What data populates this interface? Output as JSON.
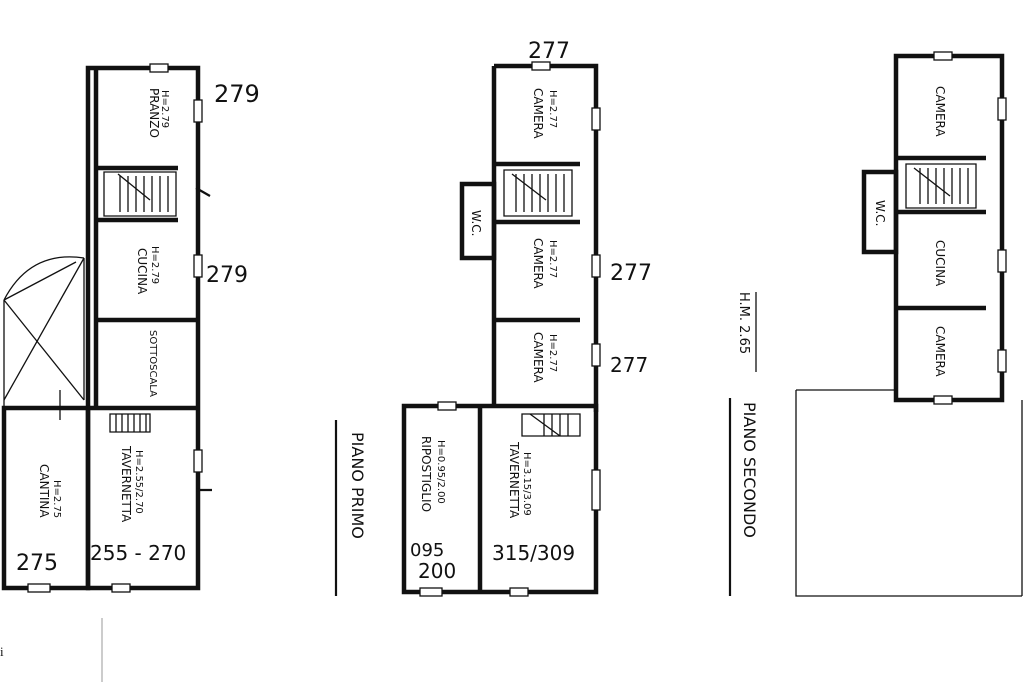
{
  "ground_floor": {
    "rooms": {
      "pranzo": {
        "name": "PRANZO",
        "height": "H=2.79"
      },
      "cucina": {
        "name": "CUCINA",
        "height": "H=2.79"
      },
      "sottoscala": {
        "name": "SOTTOSCALA"
      },
      "cantina": {
        "name": "CANTINA",
        "height": "H=2.75"
      },
      "taverna": {
        "name": "TAVERNETTA",
        "height": "H=2.55/2.70"
      }
    },
    "annotations": {
      "a1": "279",
      "a2": "279",
      "a3": "275",
      "a4": "255 - 270"
    }
  },
  "first_floor": {
    "title": "PIANO PRIMO",
    "rooms": {
      "camera1": {
        "name": "CAMERA",
        "height": "H=2.77"
      },
      "camera2": {
        "name": "CAMERA",
        "height": "H=2.77"
      },
      "camera3": {
        "name": "CAMERA",
        "height": "H=2.77"
      },
      "wc": {
        "name": "W.C."
      },
      "ripostiglio": {
        "name": "RIPOSTIGLIO",
        "height": "H=0.95/2.00"
      },
      "taverna": {
        "name": "TAVERNETTA",
        "height": "H=3.15/3.09"
      }
    },
    "annotations": {
      "top": "277",
      "a1": "277",
      "a2": "277",
      "a3": "095",
      "a4": "200",
      "a5": "315/309"
    }
  },
  "second_floor": {
    "title": "PIANO SECONDO",
    "height_note": "H.M. 2.65",
    "rooms": {
      "camera1": {
        "name": "CAMERA"
      },
      "wc": {
        "name": "W.C."
      },
      "cucina": {
        "name": "CUCINA"
      },
      "camera2": {
        "name": "CAMERA"
      }
    }
  },
  "footer": {
    "mark": "i"
  }
}
